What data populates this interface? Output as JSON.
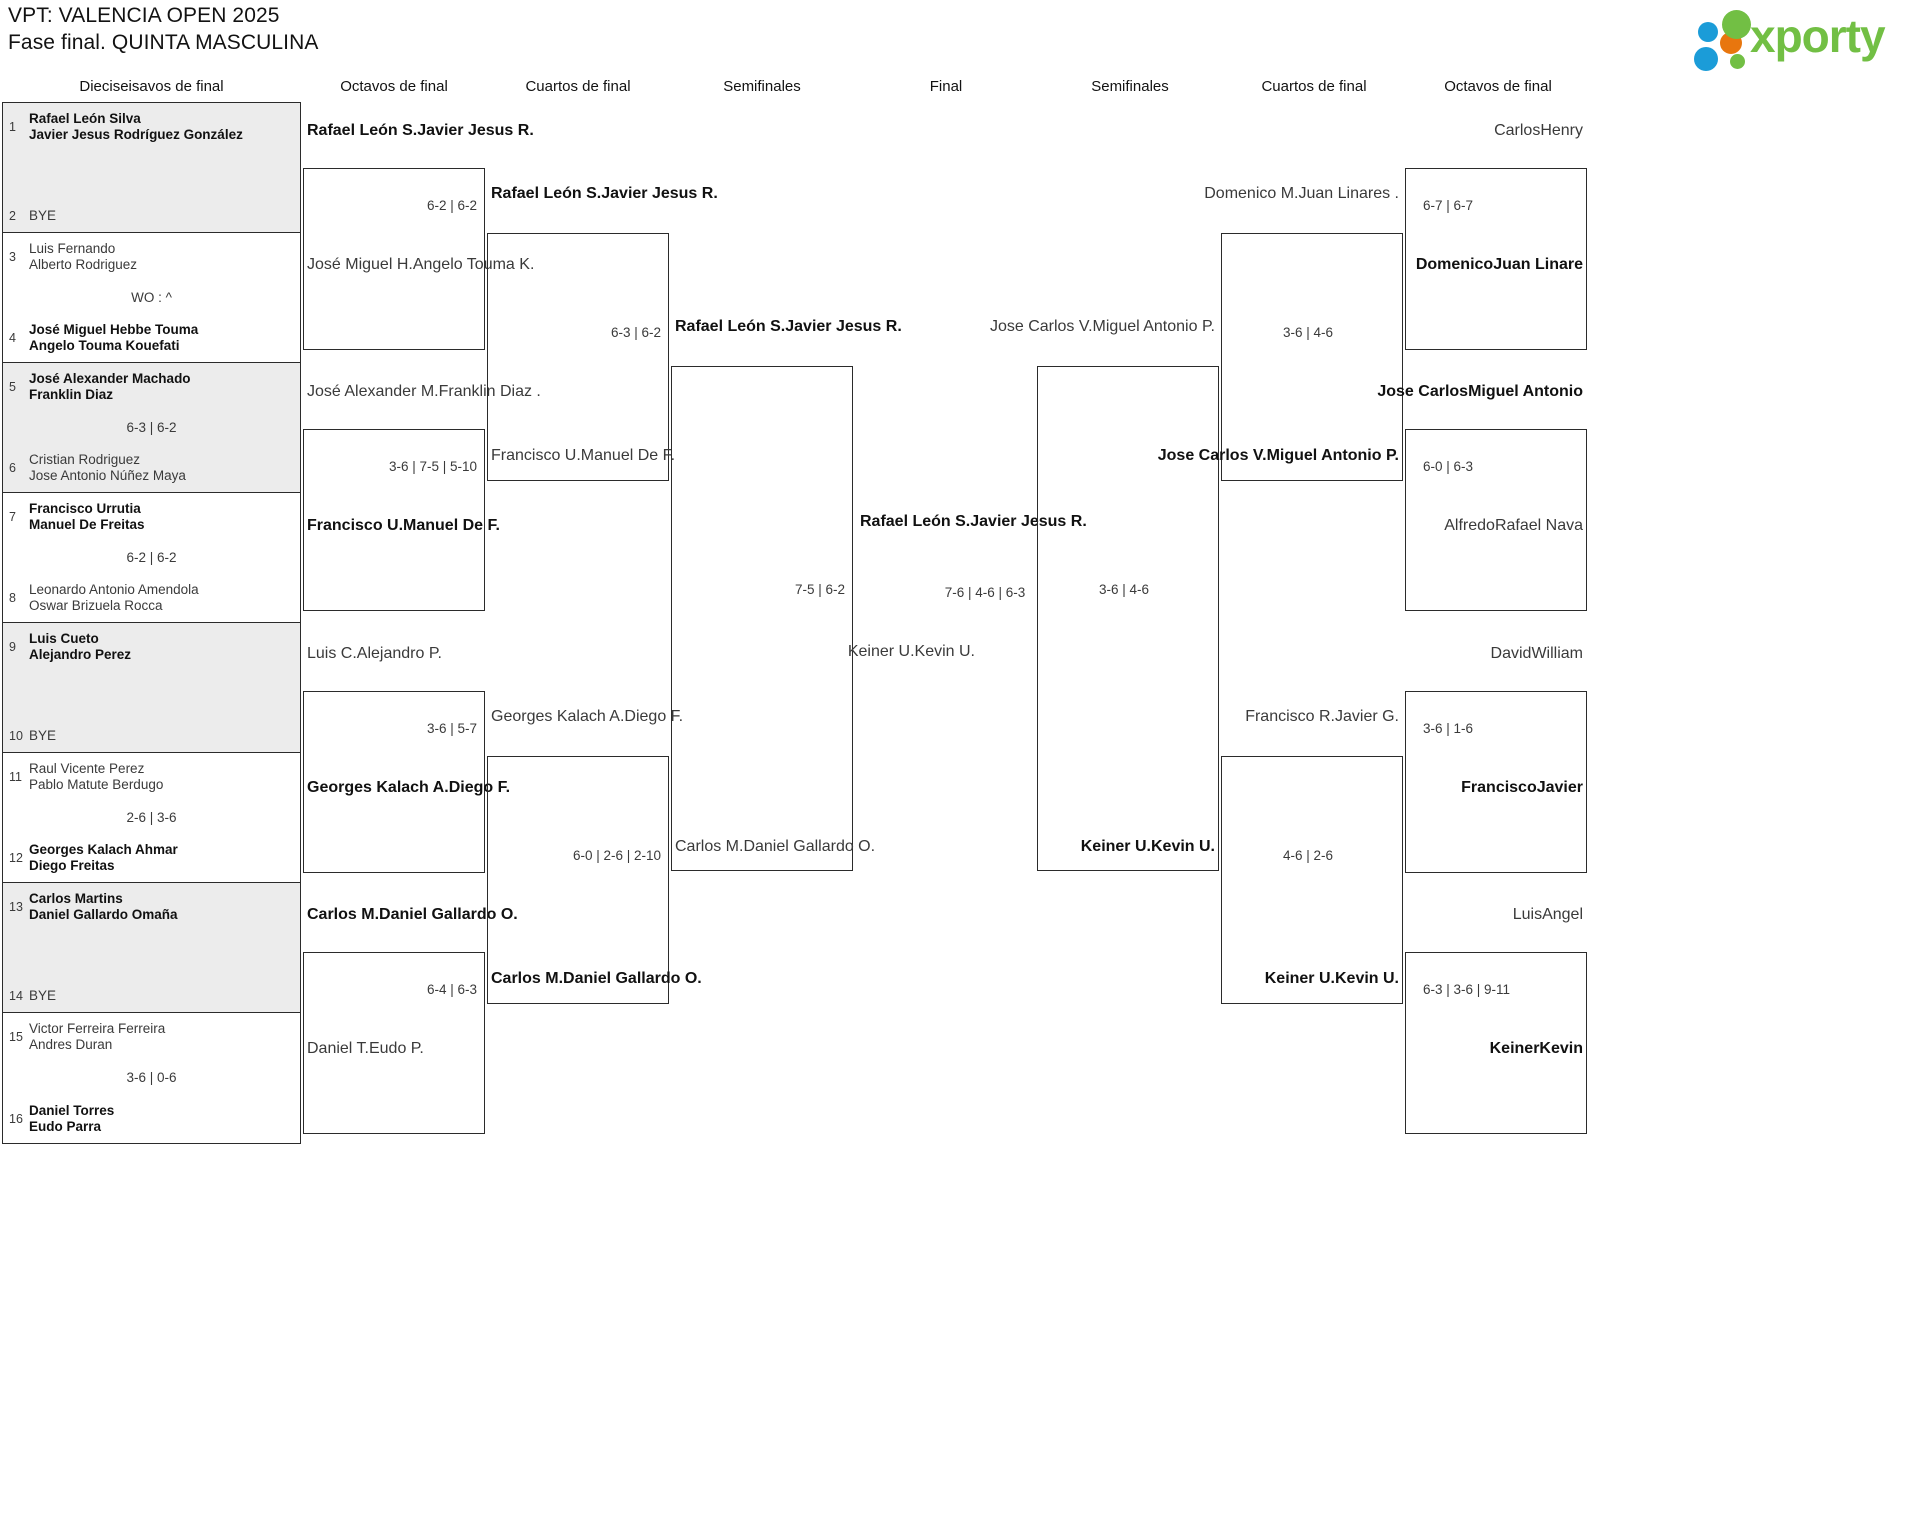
{
  "header": {
    "title_line1": "VPT: VALENCIA OPEN 2025",
    "title_line2": "Fase final. QUINTA MASCULINA",
    "logo_text": "xporty",
    "brand_green": "#72bf44",
    "brand_blue": "#1b9cd8",
    "brand_orange": "#e8760e"
  },
  "round_headers": {
    "left_r16": "Dieciseisavos de final",
    "left_r8": "Octavos de final",
    "left_qf": "Cuartos de final",
    "left_sf": "Semifinales",
    "final": "Final",
    "right_sf": "Semifinales",
    "right_qf": "Cuartos de final",
    "right_r8": "Octavos de final"
  },
  "left_r16": [
    {
      "seed": "1",
      "p1": "Rafael León Silva",
      "p2": "Javier Jesus Rodríguez González",
      "winner": true,
      "opp_seed": "2",
      "opp_bye": "BYE",
      "score": "",
      "shaded": true
    },
    {
      "seed": "3",
      "p1": "Luis Fernando",
      "p2": "Alberto Rodriguez",
      "winner": false,
      "opp_seed": "4",
      "opp_p1": "José Miguel Hebbe Touma",
      "opp_p2": "Angelo Touma Kouefati",
      "opp_winner": true,
      "score": "WO : ^",
      "shaded": false
    },
    {
      "seed": "5",
      "p1": "José Alexander Machado",
      "p2": "Franklin Diaz",
      "winner": true,
      "opp_seed": "6",
      "opp_p1": "Cristian Rodriguez",
      "opp_p2": "Jose Antonio Núñez Maya",
      "opp_winner": false,
      "score": "6-3 | 6-2",
      "shaded": true
    },
    {
      "seed": "7",
      "p1": "Francisco Urrutia",
      "p2": "Manuel De Freitas",
      "winner": true,
      "opp_seed": "8",
      "opp_p1": "Leonardo Antonio Amendola",
      "opp_p2": "Oswar Brizuela Rocca",
      "opp_winner": false,
      "score": "6-2 | 6-2",
      "shaded": false
    },
    {
      "seed": "9",
      "p1": "Luis Cueto",
      "p2": "Alejandro Perez",
      "winner": true,
      "opp_seed": "10",
      "opp_bye": "BYE",
      "score": "",
      "shaded": true
    },
    {
      "seed": "11",
      "p1": "Raul Vicente Perez",
      "p2": "Pablo Matute Berdugo",
      "winner": false,
      "opp_seed": "12",
      "opp_p1": "Georges Kalach Ahmar",
      "opp_p2": "Diego Freitas",
      "opp_winner": true,
      "score": "2-6 | 3-6",
      "shaded": false
    },
    {
      "seed": "13",
      "p1": "Carlos Martins",
      "p2": "Daniel Gallardo Omaña",
      "winner": true,
      "opp_seed": "14",
      "opp_bye": "BYE",
      "score": "",
      "shaded": true
    },
    {
      "seed": "15",
      "p1": "Victor Ferreira Ferreira",
      "p2": "Andres Duran",
      "winner": false,
      "opp_seed": "16",
      "opp_p1": "Daniel Torres",
      "opp_p2": "Eudo Parra",
      "opp_winner": true,
      "score": "3-6 | 0-6",
      "shaded": false
    }
  ],
  "left_r8": [
    {
      "top_p1": "Rafael León S.",
      "top_p2": "Javier Jesus R.",
      "top_win": true,
      "bot_p1": "José Miguel H.",
      "bot_p2": "Angelo Touma K.",
      "bot_win": false,
      "score": "6-2 | 6-2"
    },
    {
      "top_p1": "José Alexander M.",
      "top_p2": "Franklin Diaz .",
      "top_win": false,
      "bot_p1": "Francisco U.",
      "bot_p2": "Manuel De F.",
      "bot_win": true,
      "score": "3-6 | 7-5 | 5-10"
    },
    {
      "top_p1": "Luis C.",
      "top_p2": "Alejandro P.",
      "top_win": false,
      "bot_p1": "Georges Kalach A.",
      "bot_p2": "Diego F.",
      "bot_win": true,
      "score": "3-6 | 5-7"
    },
    {
      "top_p1": "Carlos M.",
      "top_p2": "Daniel Gallardo O.",
      "top_win": true,
      "bot_p1": "Daniel T.",
      "bot_p2": "Eudo P.",
      "bot_win": false,
      "score": "6-4 | 6-3"
    }
  ],
  "left_qf": [
    {
      "top_p1": "Rafael León S.",
      "top_p2": "Javier Jesus R.",
      "top_win": true,
      "bot_p1": "Francisco U.",
      "bot_p2": "Manuel De F.",
      "bot_win": false,
      "score": "6-3 | 6-2"
    },
    {
      "top_p1": "Georges Kalach A.",
      "top_p2": "Diego F.",
      "top_win": false,
      "bot_p1": "Carlos M.",
      "bot_p2": "Daniel Gallardo O.",
      "bot_win": true,
      "score": "6-0 | 2-6 | 2-10"
    }
  ],
  "left_sf": [
    {
      "top_p1": "Rafael León S.",
      "top_p2": "Javier Jesus R.",
      "top_win": true,
      "bot_p1": "Carlos M.",
      "bot_p2": "Daniel Gallardo O.",
      "bot_win": false,
      "score": "7-5 | 6-2"
    }
  ],
  "final": {
    "top_p1": "Rafael León S.",
    "top_p2": "Javier Jesus R.",
    "top_win": true,
    "bot_p1": "Keiner U.",
    "bot_p2": "Kevin U.",
    "bot_win": false,
    "score": "7-6 | 4-6 | 6-3"
  },
  "right_sf": [
    {
      "top_p1": "Jose Carlos V.",
      "top_p2": "Miguel Antonio P.",
      "top_win": false,
      "bot_p1": "Keiner U.",
      "bot_p2": "Kevin U.",
      "bot_win": true,
      "score": "3-6 | 4-6"
    }
  ],
  "right_qf": [
    {
      "top_p1": "Domenico M.",
      "top_p2": "Juan Linares .",
      "top_win": false,
      "bot_p1": "Jose Carlos V.",
      "bot_p2": "Miguel Antonio P.",
      "bot_win": true,
      "score": "3-6 | 4-6"
    },
    {
      "top_p1": "Francisco R.",
      "top_p2": "Javier G.",
      "top_win": false,
      "bot_p1": "Keiner U.",
      "bot_p2": "Kevin U.",
      "bot_win": true,
      "score": "4-6 | 2-6"
    }
  ],
  "right_r8": [
    {
      "top_p1": "Carlos",
      "top_p2": "Henry",
      "top_win": false,
      "bot_p1": "Domenico",
      "bot_p2": "Juan Linare",
      "bot_win": true,
      "score": "6-7 | 6-7"
    },
    {
      "top_p1": "Jose Carlos",
      "top_p2": "Miguel Antonio",
      "top_win": true,
      "bot_p1": "Alfredo",
      "bot_p2": "Rafael Nava",
      "bot_win": false,
      "score": "6-0 | 6-3"
    },
    {
      "top_p1": "David",
      "top_p2": "William",
      "top_win": false,
      "bot_p1": "Francisco",
      "bot_p2": "Javier",
      "bot_win": true,
      "score": "3-6 | 1-6"
    },
    {
      "top_p1": "Luis",
      "top_p2": "Angel",
      "top_win": false,
      "bot_p1": "Keiner",
      "bot_p2": "Kevin",
      "bot_win": true,
      "score": "6-3 | 3-6 | 9-11"
    }
  ]
}
